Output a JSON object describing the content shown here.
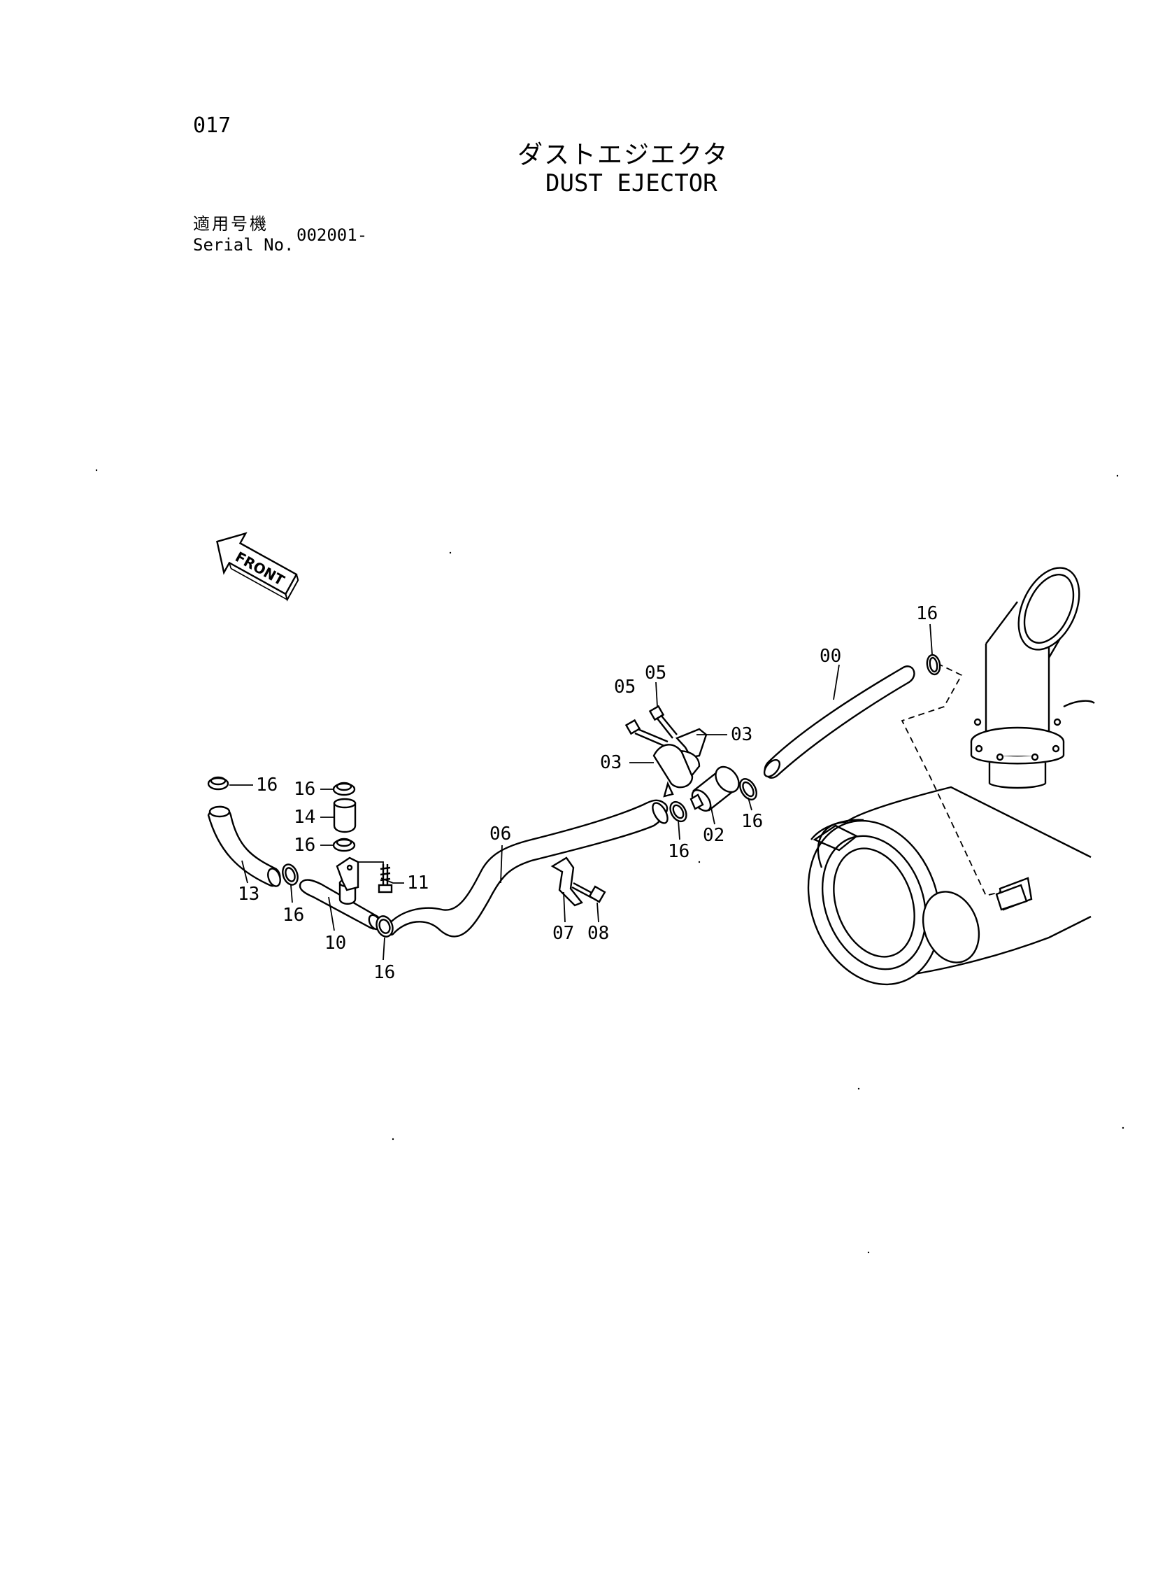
{
  "header": {
    "page_number": "017",
    "title_jp": "ダストエジエクタ",
    "title_en": "DUST EJECTOR",
    "serial_label_jp": "適用号機",
    "serial_label_en": "Serial No.",
    "serial_value": "002001-"
  },
  "front_arrow_label": "FRONT",
  "callouts": {
    "c16_top": "16",
    "c00": "00",
    "c05_a": "05",
    "c05_b": "05",
    "c03_right": "03",
    "c03_left": "03",
    "c16_right": "16",
    "c02": "02",
    "c16_mid": "16",
    "c06": "06",
    "c07": "07",
    "c08": "08",
    "c16_far_left": "16",
    "c16_stack_top": "16",
    "c14": "14",
    "c16_stack_mid": "16",
    "c11": "11",
    "c13": "13",
    "c16_left_low": "16",
    "c10": "10",
    "c16_bottom": "16"
  }
}
